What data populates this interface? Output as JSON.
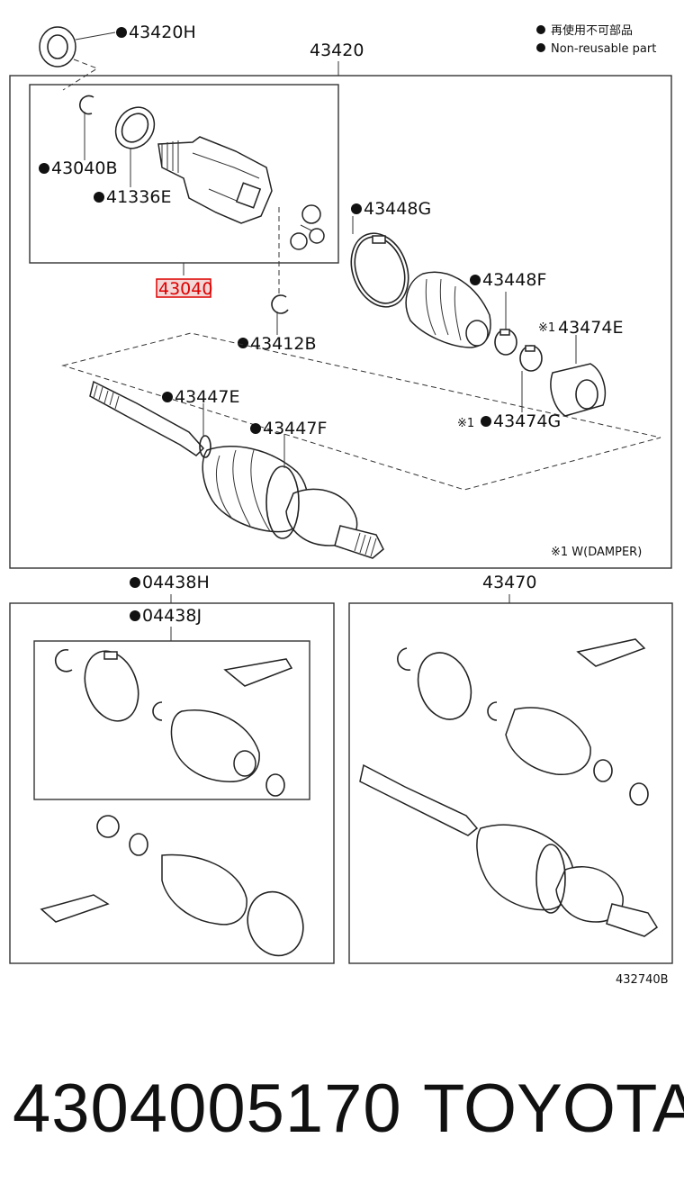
{
  "legend": {
    "cjk": "再使用不可部品",
    "en": "Non-reusable part"
  },
  "labels": {
    "p43420H": "43420H",
    "p43420": "43420",
    "p43040B": "43040B",
    "p41336E": "41336E",
    "p43448G": "43448G",
    "p43040": "43040",
    "p43448F": "43448F",
    "p43412B": "43412B",
    "p43474E": "43474E",
    "p43447E": "43447E",
    "p43447F": "43447F",
    "p43474G": "43474G",
    "mark1a": "※1",
    "mark1b": "※1",
    "damper_note": "※1 W(DAMPER)",
    "p04438H": "04438H",
    "p04438J": "04438J",
    "p43470": "43470"
  },
  "diagram_code": "432740B",
  "footer": {
    "part_number": "4304005170",
    "brand": "TOYOTA"
  },
  "highlight_color": "#dd0000"
}
